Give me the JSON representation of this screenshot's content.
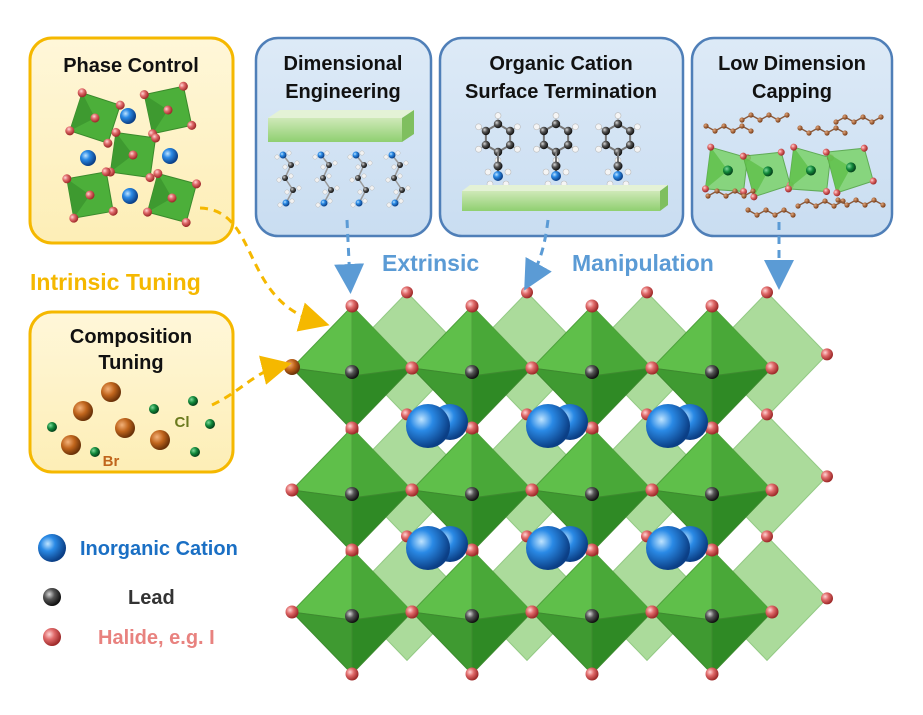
{
  "panels": {
    "phase_control": {
      "title": "Phase Control"
    },
    "composition_tuning": {
      "title_line1": "Composition",
      "title_line2": "Tuning",
      "label_cl": "Cl",
      "label_br": "Br"
    },
    "dimensional_engineering": {
      "title_line1": "Dimensional",
      "title_line2": "Engineering"
    },
    "organic_cation": {
      "title_line1": "Organic Cation",
      "title_line2": "Surface Termination"
    },
    "low_dimension": {
      "title_line1": "Low Dimension",
      "title_line2": "Capping"
    }
  },
  "labels": {
    "intrinsic": "Intrinsic Tuning",
    "extrinsic": "Extrinsic",
    "manipulation": "Manipulation"
  },
  "legend": [
    {
      "text": "Inorganic Cation",
      "color": "#1a6fc4"
    },
    {
      "text": "Lead",
      "color": "#333333"
    },
    {
      "text": "Halide, e.g. I",
      "color": "#e8827f"
    }
  ],
  "colors": {
    "intrinsic": "#f5b800",
    "extrinsic": "#5b9bd5",
    "octahedron": "#4caf3a",
    "halide": "#e06666",
    "cation": "#1f78d1",
    "br": "#c0651c",
    "cl": "#0f7a33"
  }
}
